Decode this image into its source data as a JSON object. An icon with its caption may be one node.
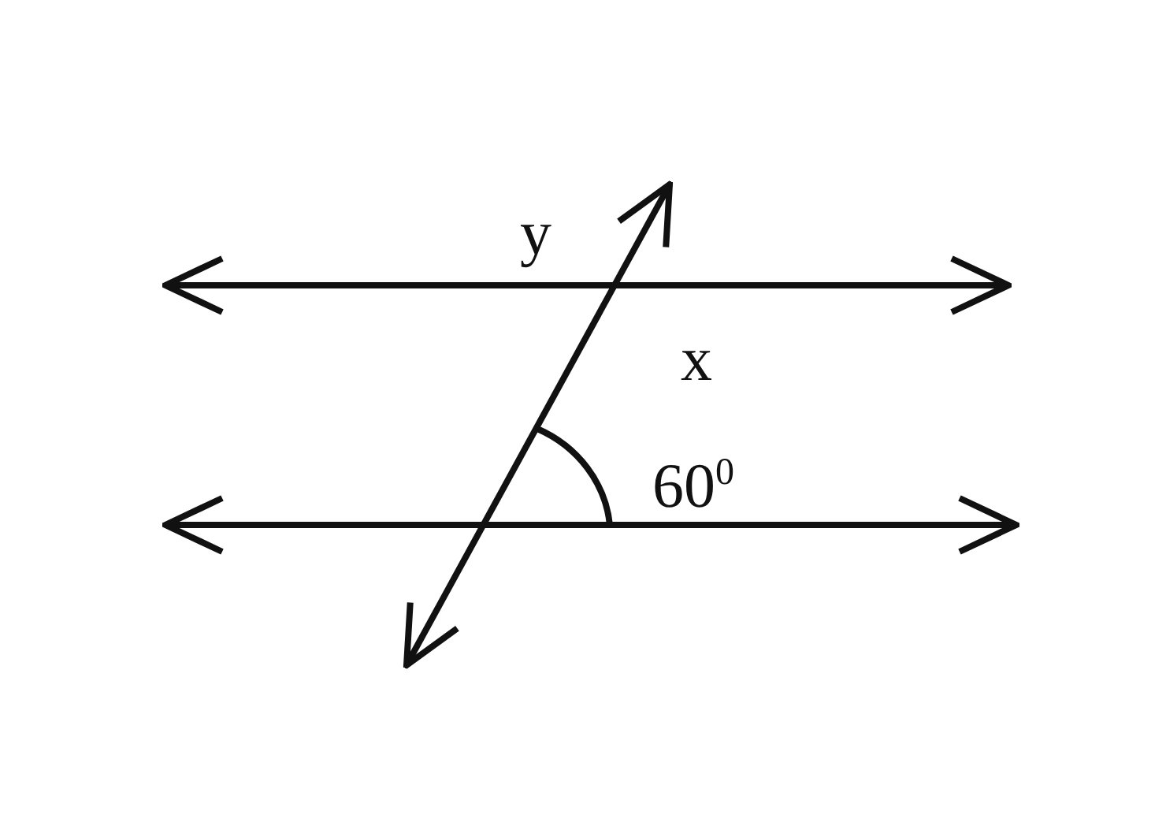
{
  "diagram": {
    "labels": [
      "y",
      "x",
      "60$^{0}$"
    ]
  }
}
